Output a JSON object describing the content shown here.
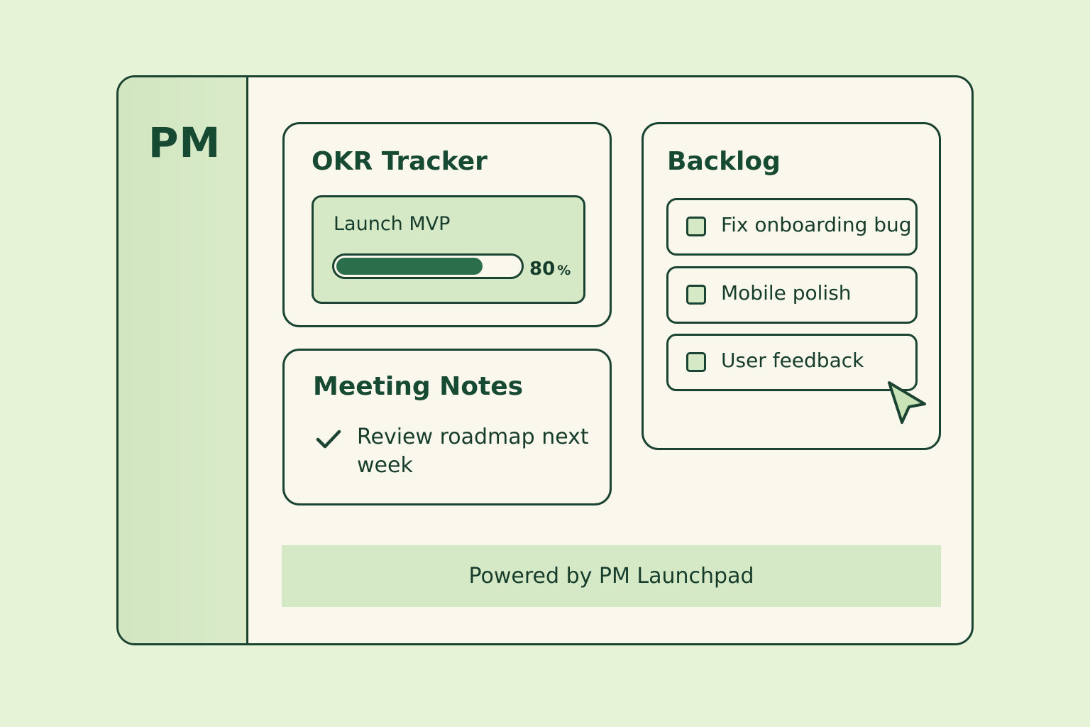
{
  "sidebar": {
    "logo_text": "PM"
  },
  "okr_tracker": {
    "title": "OKR Tracker",
    "objective": {
      "name": "Launch MVP",
      "progress_percent": 80,
      "progress_value": "80",
      "progress_unit": "%"
    }
  },
  "meeting_notes": {
    "title": "Meeting Notes",
    "items": [
      {
        "text": "Review roadmap next week",
        "done": true,
        "icon": "check-icon"
      }
    ]
  },
  "backlog": {
    "title": "Backlog",
    "items": [
      {
        "label": "Fix onboarding bug",
        "checked": false
      },
      {
        "label": "Mobile polish",
        "checked": false
      },
      {
        "label": "User feedback",
        "checked": false
      }
    ]
  },
  "footer": {
    "text": "Powered by PM Launchpad"
  },
  "colors": {
    "background": "#e6f3d6",
    "panel": "#faf8ec",
    "sidebar": "#d6e9c6",
    "border": "#1a4332",
    "accent": "#2b6e4c",
    "text": "#13412e"
  }
}
